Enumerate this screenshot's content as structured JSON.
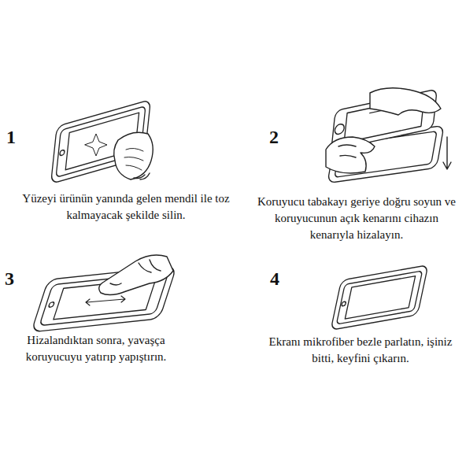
{
  "diagram": {
    "labels": [
      "1",
      "Yüzeyi ürünün yanında gelen mendil ile toz kalmayacak şekilde silin.",
      "2",
      "Koruyucu tabakayı geriye doğru soyun ve koruyucunun açık kenarını cihazın kenarıyla hizalayın.",
      "3",
      "Hizalandıktan sonra, yavaşça koruyucuyu yatırıp yapıştırın.",
      "4",
      "Ekranı mikrofiber bezle parlatın, işiniz bitti, keyfini çıkarın."
    ]
  }
}
